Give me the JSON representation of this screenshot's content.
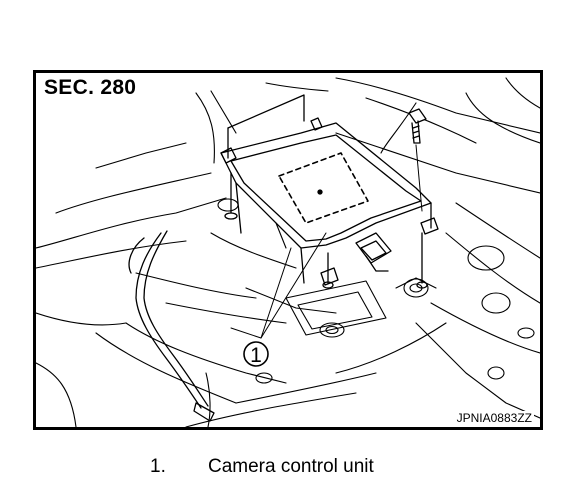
{
  "diagram": {
    "section_label": "SEC. 280",
    "image_code": "JPNIA0883ZZ",
    "callout_number": "1"
  },
  "legend": [
    {
      "number": "1.",
      "text": "Camera control unit"
    }
  ]
}
